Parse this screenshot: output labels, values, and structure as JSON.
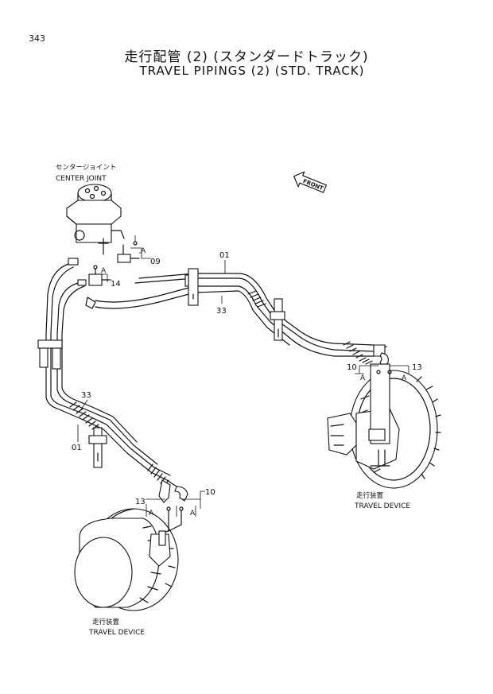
{
  "page": {
    "number": "343"
  },
  "title": {
    "jp": "走行配管 (2) (スタンダードトラック)",
    "en": "TRAVEL PIPINGS (2) (STD. TRACK)"
  },
  "components": {
    "center_joint_jp": "センタージョイント",
    "center_joint_en": "CENTER JOINT",
    "travel_device_right_jp": "走行装置",
    "travel_device_right_en": "TRAVEL DEVICE",
    "travel_device_left_jp": "走行装置",
    "travel_device_left_en": "TRAVEL DEVICE",
    "front": "FRONT"
  },
  "callouts": {
    "c01_top": "01",
    "c33_top": "33",
    "c09": "09",
    "c14": "14",
    "c33_left": "33",
    "c01_left": "01",
    "c10_right": "10",
    "c13_right": "13",
    "c13_left": "13",
    "c10_left": "10"
  },
  "markers": {
    "a1": "A",
    "a2": "A",
    "a3": "A",
    "a4": "A",
    "a5": "A",
    "a6": "A"
  }
}
